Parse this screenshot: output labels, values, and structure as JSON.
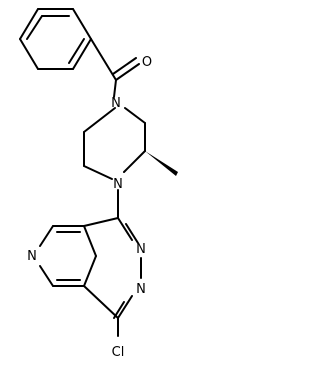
{
  "molecule": {
    "atoms": {
      "O": "O",
      "N_piperazine_top": "N",
      "N_piperazine_bottom": "N",
      "N_pyridine": "N",
      "N_diazine_1": "N",
      "N_diazine_2": "N",
      "Cl": "Cl"
    },
    "colors": {
      "bond": "#000000",
      "label": "#000000",
      "background": "#ffffff"
    }
  }
}
